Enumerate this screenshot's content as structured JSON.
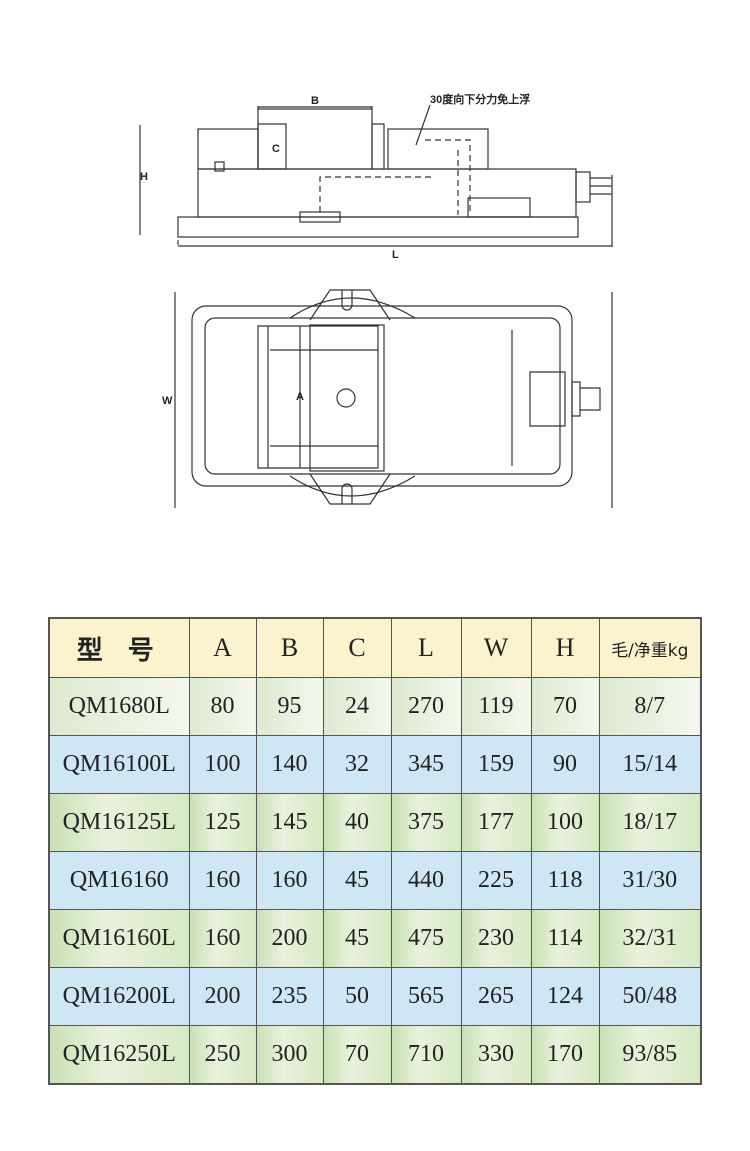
{
  "drawing": {
    "annotation": "30度向下分力免上浮",
    "dim_labels": {
      "B": "B",
      "C": "C",
      "H": "H",
      "L": "L",
      "W": "W",
      "A": "A"
    }
  },
  "table": {
    "headers": [
      "型 号",
      "A",
      "B",
      "C",
      "L",
      "W",
      "H",
      "毛/净重kg"
    ],
    "rows": [
      [
        "QM1680L",
        "80",
        "95",
        "24",
        "270",
        "119",
        "70",
        "8/7"
      ],
      [
        "QM16100L",
        "100",
        "140",
        "32",
        "345",
        "159",
        "90",
        "15/14"
      ],
      [
        "QM16125L",
        "125",
        "145",
        "40",
        "375",
        "177",
        "100",
        "18/17"
      ],
      [
        "QM16160",
        "160",
        "160",
        "45",
        "440",
        "225",
        "118",
        "31/30"
      ],
      [
        "QM16160L",
        "160",
        "200",
        "45",
        "475",
        "230",
        "114",
        "32/31"
      ],
      [
        "QM16200L",
        "200",
        "235",
        "50",
        "565",
        "265",
        "124",
        "50/48"
      ],
      [
        "QM16250L",
        "250",
        "300",
        "70",
        "710",
        "330",
        "170",
        "93/85"
      ]
    ]
  }
}
